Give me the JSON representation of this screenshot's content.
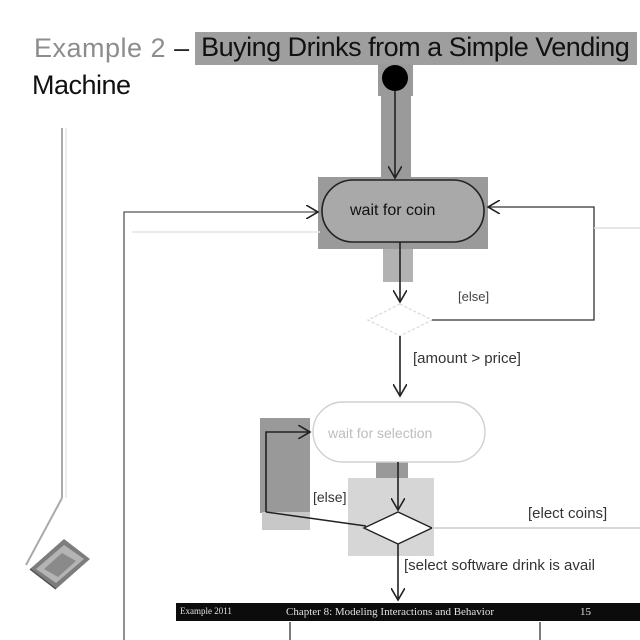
{
  "title": {
    "prefix": "Example 2",
    "dash": "–",
    "highlight": "Buying Drinks from a Simple Vending",
    "line2": "Machine"
  },
  "nodes": {
    "wait_for_coin": "wait for coin",
    "wait_for_selection": "wait for selection"
  },
  "guards": {
    "else_top": "[else]",
    "amount_gt_price": "[amount > price]",
    "else_left": "[else]",
    "elect_coins": "[elect coins]",
    "select_drink": "[select software drink is avail"
  },
  "footer": {
    "left": "Example 2011",
    "center": "Chapter 8: Modeling Interactions and Behavior",
    "page": "15"
  },
  "colors": {
    "highlight": "#9e9e9e",
    "node_fill": "#a9a9a9",
    "footer_bg": "#0c0c0c"
  }
}
